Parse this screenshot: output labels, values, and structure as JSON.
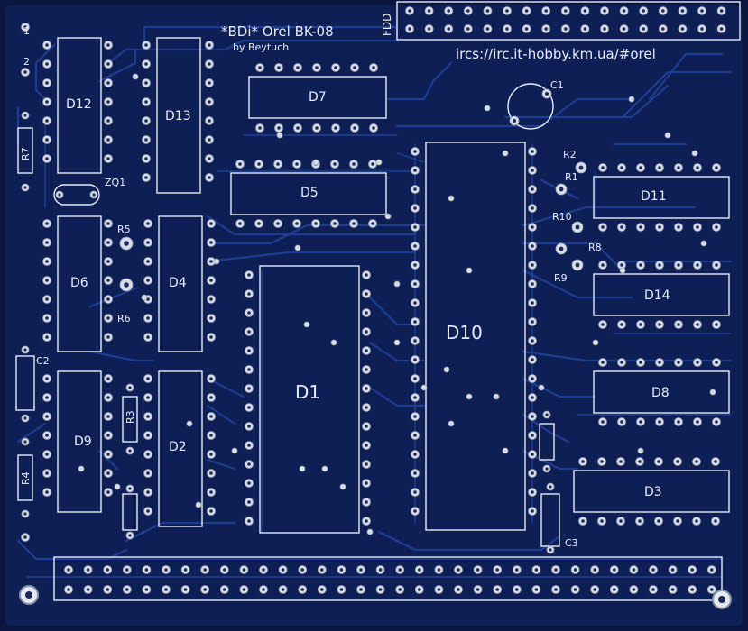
{
  "board": {
    "title": "*BDi* Orel BK-08",
    "author": "by Beytuch",
    "url": "ircs://irc.it-hobby.km.ua/#orel",
    "fdd_label": "FDD",
    "pin_labels": [
      "1",
      "2"
    ],
    "colors": {
      "substrate": "#0b1a4a",
      "trace": "#1f3e96",
      "silk": "#e8ecf7",
      "pad": "#d9dde6"
    }
  },
  "chips": [
    "D1",
    "D2",
    "D3",
    "D4",
    "D5",
    "D6",
    "D7",
    "D8",
    "D9",
    "D10",
    "D11",
    "D12",
    "D13",
    "D14"
  ],
  "components": [
    "R1",
    "R2",
    "R3",
    "R4",
    "R5",
    "R6",
    "R7",
    "R8",
    "R9",
    "R10",
    "C1",
    "C2",
    "C3",
    "ZQ1"
  ]
}
